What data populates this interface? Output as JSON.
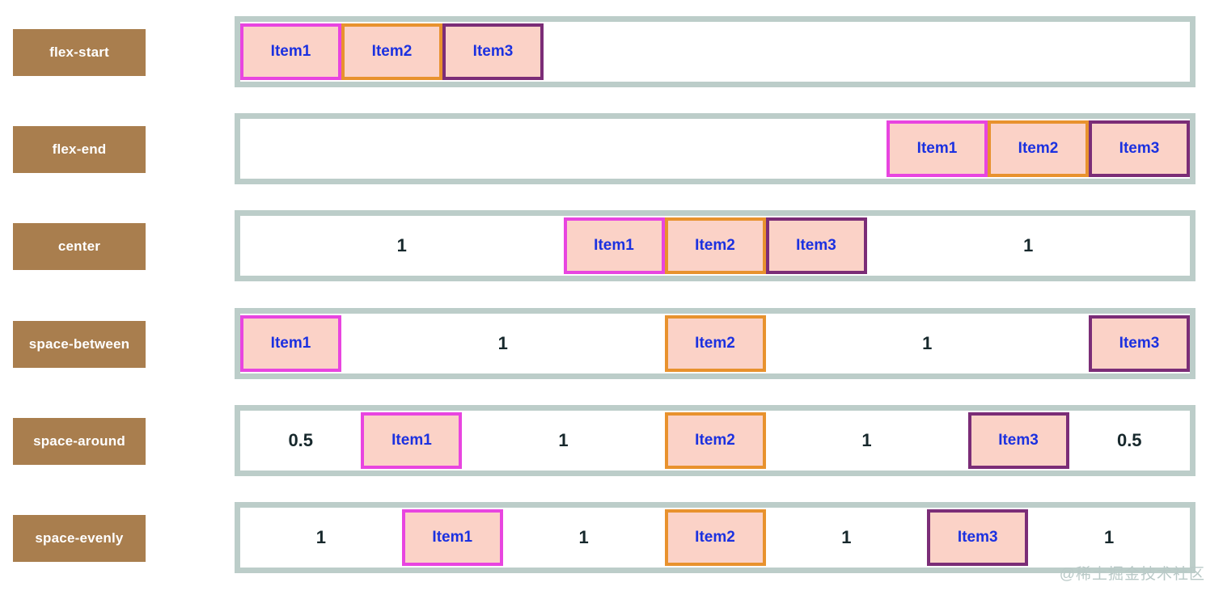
{
  "page": {
    "title": "CSS flexbox justify-content illustration",
    "watermark": "@稀土掘金技术社区"
  },
  "colors": {
    "label_bg": "#a97e4e",
    "label_text": "#ffffff",
    "container_border": "#bccdc9",
    "container_bg": "#ffffff",
    "item_bg": "#fbd2c7",
    "item_text": "#1b31e0",
    "item1_border": "#e845e0",
    "item2_border": "#e8922e",
    "item3_border": "#7b2d77",
    "spacer_text": "#17282c",
    "watermark": "#b9c9c7",
    "page_bg": "#ffffff"
  },
  "items": {
    "item1": "Item1",
    "item2": "Item2",
    "item3": "Item3"
  },
  "rows": [
    {
      "id": "flex-start",
      "label": "flex-start",
      "justify": "flex-start",
      "spacers": []
    },
    {
      "id": "flex-end",
      "label": "flex-end",
      "justify": "flex-end",
      "spacers": []
    },
    {
      "id": "center",
      "label": "center",
      "justify": "center",
      "spacers": [
        "1",
        "1"
      ],
      "spacer_leading": "1",
      "spacer_trailing": "1"
    },
    {
      "id": "space-between",
      "label": "space-between",
      "justify": "space-between",
      "spacers": [
        "1",
        "1"
      ],
      "spacer_mid1": "1",
      "spacer_mid2": "1"
    },
    {
      "id": "space-around",
      "label": "space-around",
      "justify": "space-around",
      "spacers": [
        "0.5",
        "1",
        "1",
        "0.5"
      ],
      "spacer_leading": "0.5",
      "spacer_mid1": "1",
      "spacer_mid2": "1",
      "spacer_trailing": "0.5"
    },
    {
      "id": "space-evenly",
      "label": "space-evenly",
      "justify": "space-evenly",
      "spacers": [
        "1",
        "1",
        "1",
        "1"
      ],
      "spacer_leading": "1",
      "spacer_mid1": "1",
      "spacer_mid2": "1",
      "spacer_trailing": "1"
    }
  ]
}
